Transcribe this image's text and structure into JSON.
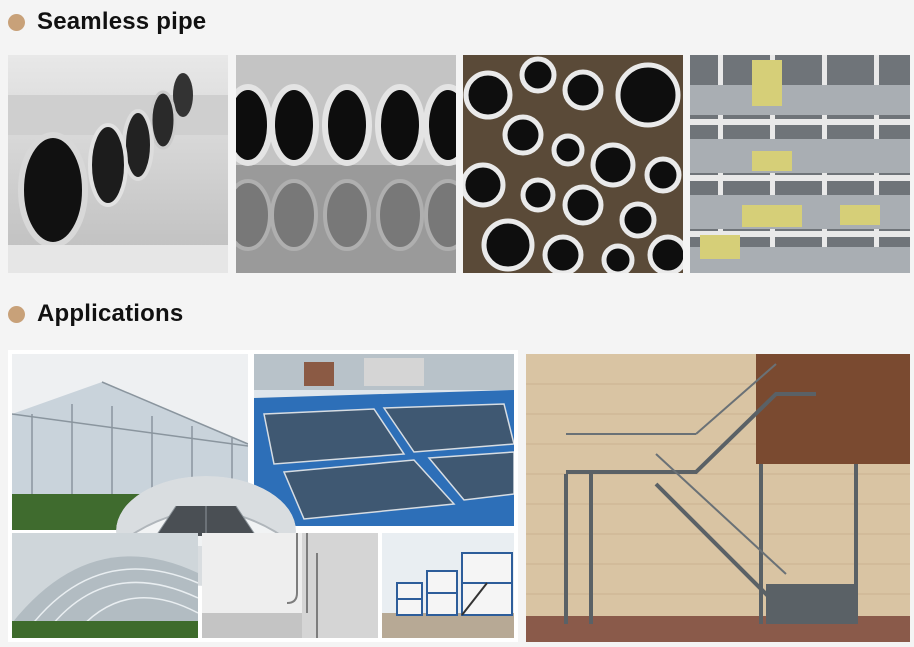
{
  "sections": {
    "seamless": {
      "title": "Seamless pipe",
      "bullet_color": "#c8a179"
    },
    "applications": {
      "title": "Applications",
      "bullet_color": "#c8a179"
    }
  },
  "photos": {
    "pipes": [
      "pipe-ends-closeup",
      "pipe-row-reflection",
      "pipe-bundle-closeup",
      "pipe-storage-rack"
    ],
    "applications": [
      "greenhouse",
      "rooftop-solar-panels",
      "greenhouse-vent-roof",
      "polytunnel-greenhouse",
      "indoor-piping",
      "modular-buildings",
      "external-steel-staircase"
    ]
  }
}
